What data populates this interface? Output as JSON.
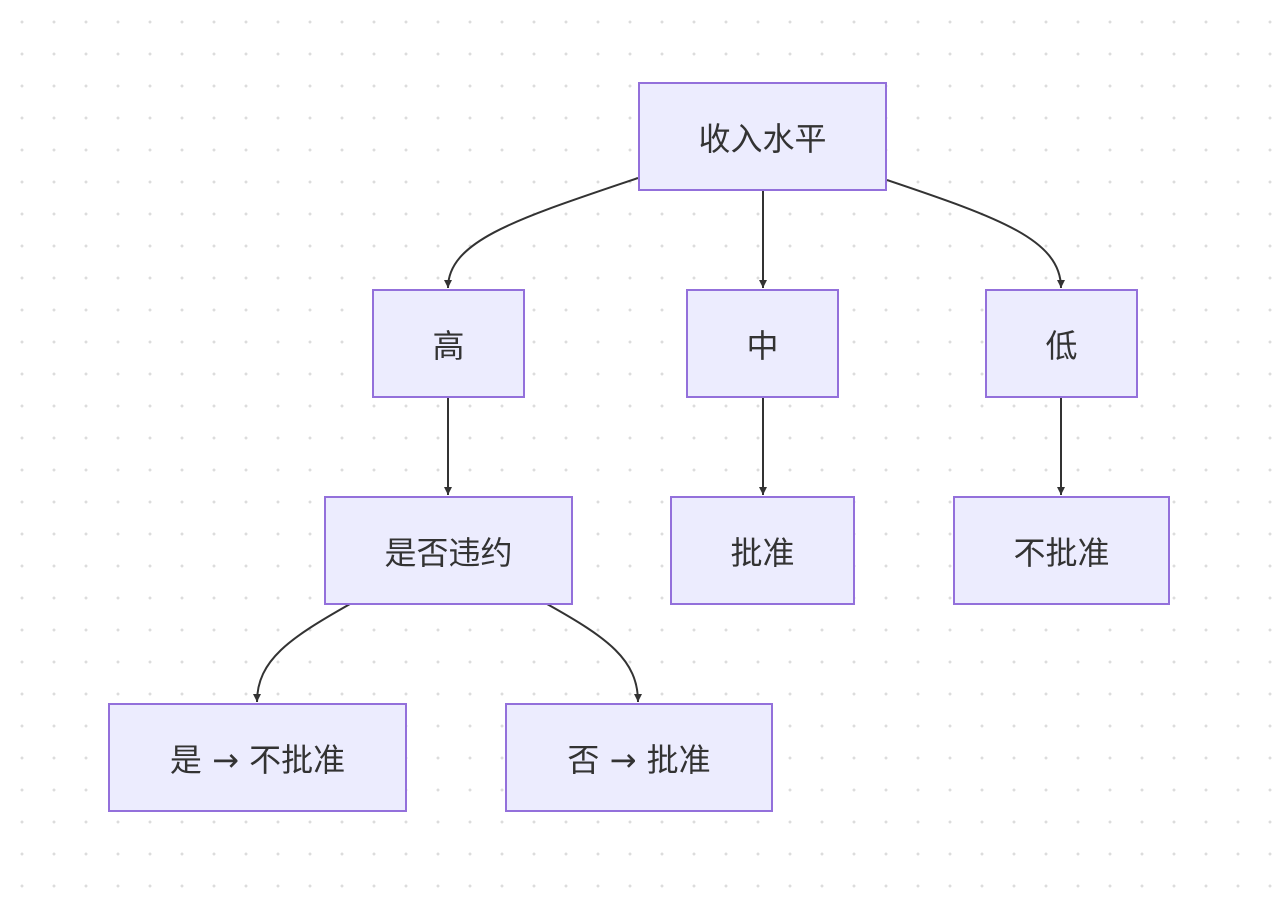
{
  "colors": {
    "node_fill": "#ececfe",
    "node_border": "#9370db",
    "edge": "#333333",
    "text": "#333333"
  },
  "nodes": {
    "root": "收入水平",
    "high": "高",
    "mid": "中",
    "low": "低",
    "default_q": "是否违约",
    "approve_mid": "批准",
    "reject_low": "不批准",
    "yes_reject": "是 → 不批准",
    "no_approve": "否 → 批准"
  },
  "edges": [
    [
      "root",
      "high"
    ],
    [
      "root",
      "mid"
    ],
    [
      "root",
      "low"
    ],
    [
      "high",
      "default_q"
    ],
    [
      "mid",
      "approve_mid"
    ],
    [
      "low",
      "reject_low"
    ],
    [
      "default_q",
      "yes_reject"
    ],
    [
      "default_q",
      "no_approve"
    ]
  ]
}
